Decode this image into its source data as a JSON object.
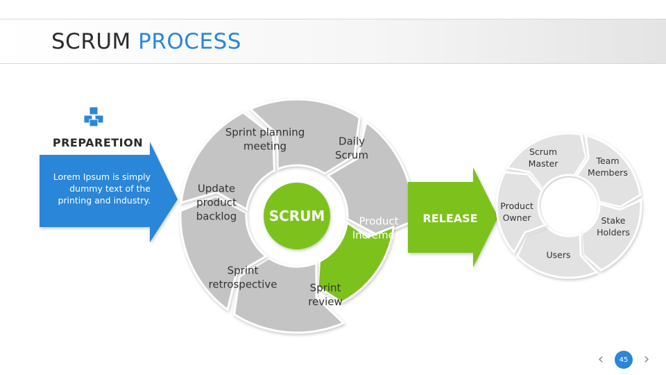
{
  "header": {
    "title_main": "SCRUM",
    "title_accent": "PROCESS"
  },
  "preparation": {
    "icon": "cubes-icon",
    "label": "PREPARETION",
    "text_lines": [
      "Lorem Ipsum is simply",
      "dummy text of the",
      "printing and industry."
    ]
  },
  "scrum_cycle": {
    "center_label": "SCRUM",
    "segments": [
      {
        "lines": [
          "Sprint planning",
          "meeting"
        ]
      },
      {
        "lines": [
          "Daily",
          "Scrum"
        ]
      },
      {
        "lines": [
          "Product",
          "Increment"
        ]
      },
      {
        "lines": [
          "Sprint",
          "review"
        ]
      },
      {
        "lines": [
          "Sprint",
          "retrospective"
        ]
      },
      {
        "lines": [
          "Update",
          "product",
          "backlog"
        ]
      }
    ]
  },
  "release": {
    "label": "RELEASE"
  },
  "stakeholder_cycle": {
    "segments": [
      {
        "lines": [
          "Scrum",
          "Master"
        ]
      },
      {
        "lines": [
          "Team",
          "Members"
        ]
      },
      {
        "lines": [
          "Stake",
          "Holders"
        ]
      },
      {
        "lines": [
          "Users"
        ]
      },
      {
        "lines": [
          "Product",
          "Owner"
        ]
      }
    ]
  },
  "footer": {
    "page_number": "45",
    "prev_icon": "chevron-left-icon",
    "next_icon": "chevron-right-icon"
  },
  "colors": {
    "accent_blue": "#2a86d8",
    "accent_green": "#7dc21e",
    "segment_gray": "#c4c4c4",
    "text_dark": "#2a2a2a"
  }
}
